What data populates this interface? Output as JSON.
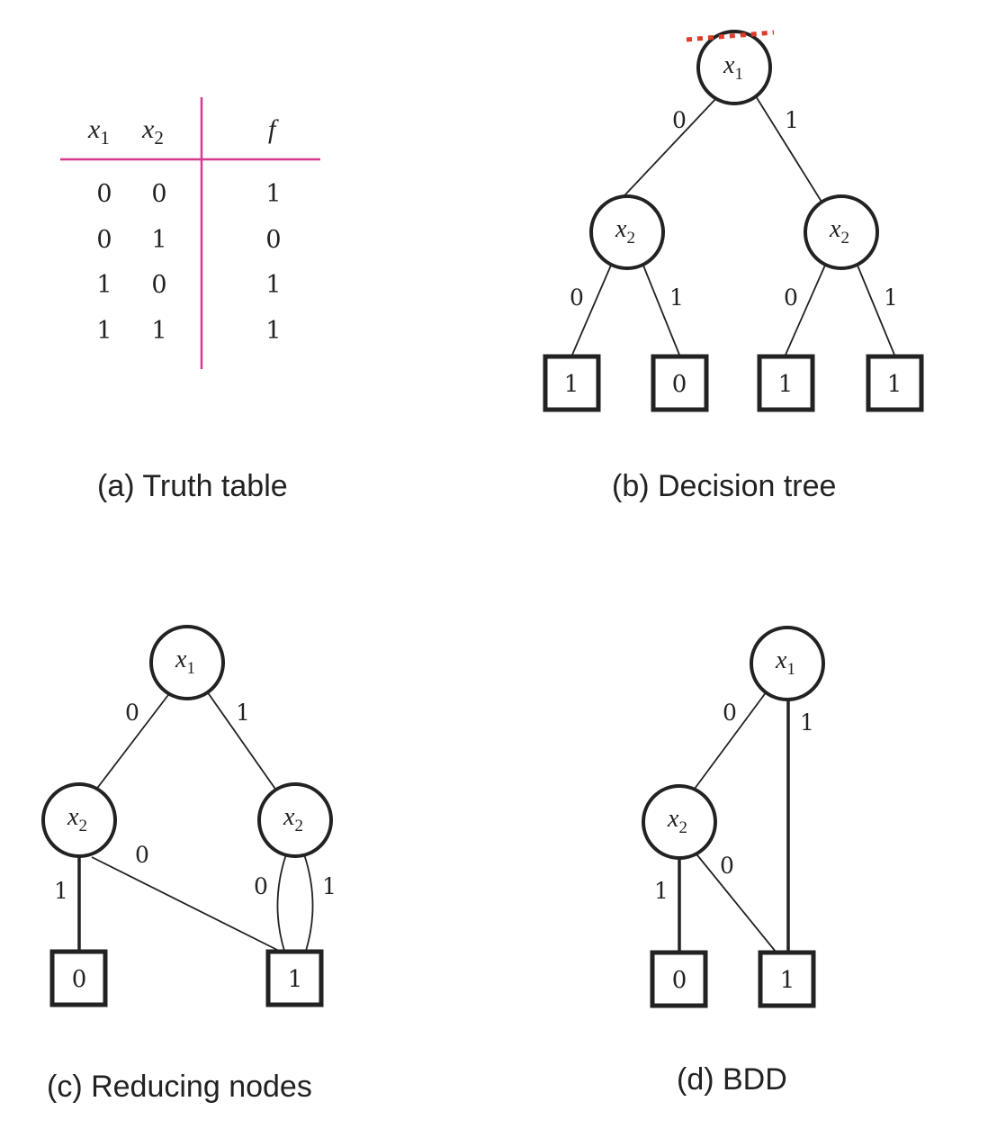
{
  "truth_table": {
    "headers": {
      "x1": {
        "var": "x",
        "sub": "1"
      },
      "x2": {
        "var": "x",
        "sub": "2"
      },
      "f": "f"
    },
    "rows": [
      [
        "0",
        "0",
        "1"
      ],
      [
        "0",
        "1",
        "0"
      ],
      [
        "1",
        "0",
        "1"
      ],
      [
        "1",
        "1",
        "1"
      ]
    ]
  },
  "captions": {
    "a": "(a) Truth table",
    "b": "(b) Decision tree",
    "c": "(c) Reducing nodes",
    "d": "(d) BDD"
  },
  "node_labels": {
    "x1": {
      "var": "x",
      "sub": "1"
    },
    "x2": {
      "var": "x",
      "sub": "2"
    }
  },
  "decision_tree": {
    "root_edges": [
      "0",
      "1"
    ],
    "left_x2_edges": [
      "0",
      "1"
    ],
    "right_x2_edges": [
      "0",
      "1"
    ],
    "leaves": [
      "1",
      "0",
      "1",
      "1"
    ]
  },
  "reducing_nodes": {
    "root_edges": [
      "0",
      "1"
    ],
    "left_x2_edges": [
      "1",
      "0"
    ],
    "right_x2_edges": [
      "0",
      "1"
    ],
    "leaves": [
      "0",
      "1"
    ]
  },
  "bdd": {
    "root_edges": [
      "0",
      "1"
    ],
    "x2_edges": [
      "1",
      "0"
    ],
    "leaves": [
      "0",
      "1"
    ]
  },
  "colors": {
    "table_lines": "#d6398c",
    "highlight_dotted": "#e03a2b",
    "ink": "#222222"
  }
}
